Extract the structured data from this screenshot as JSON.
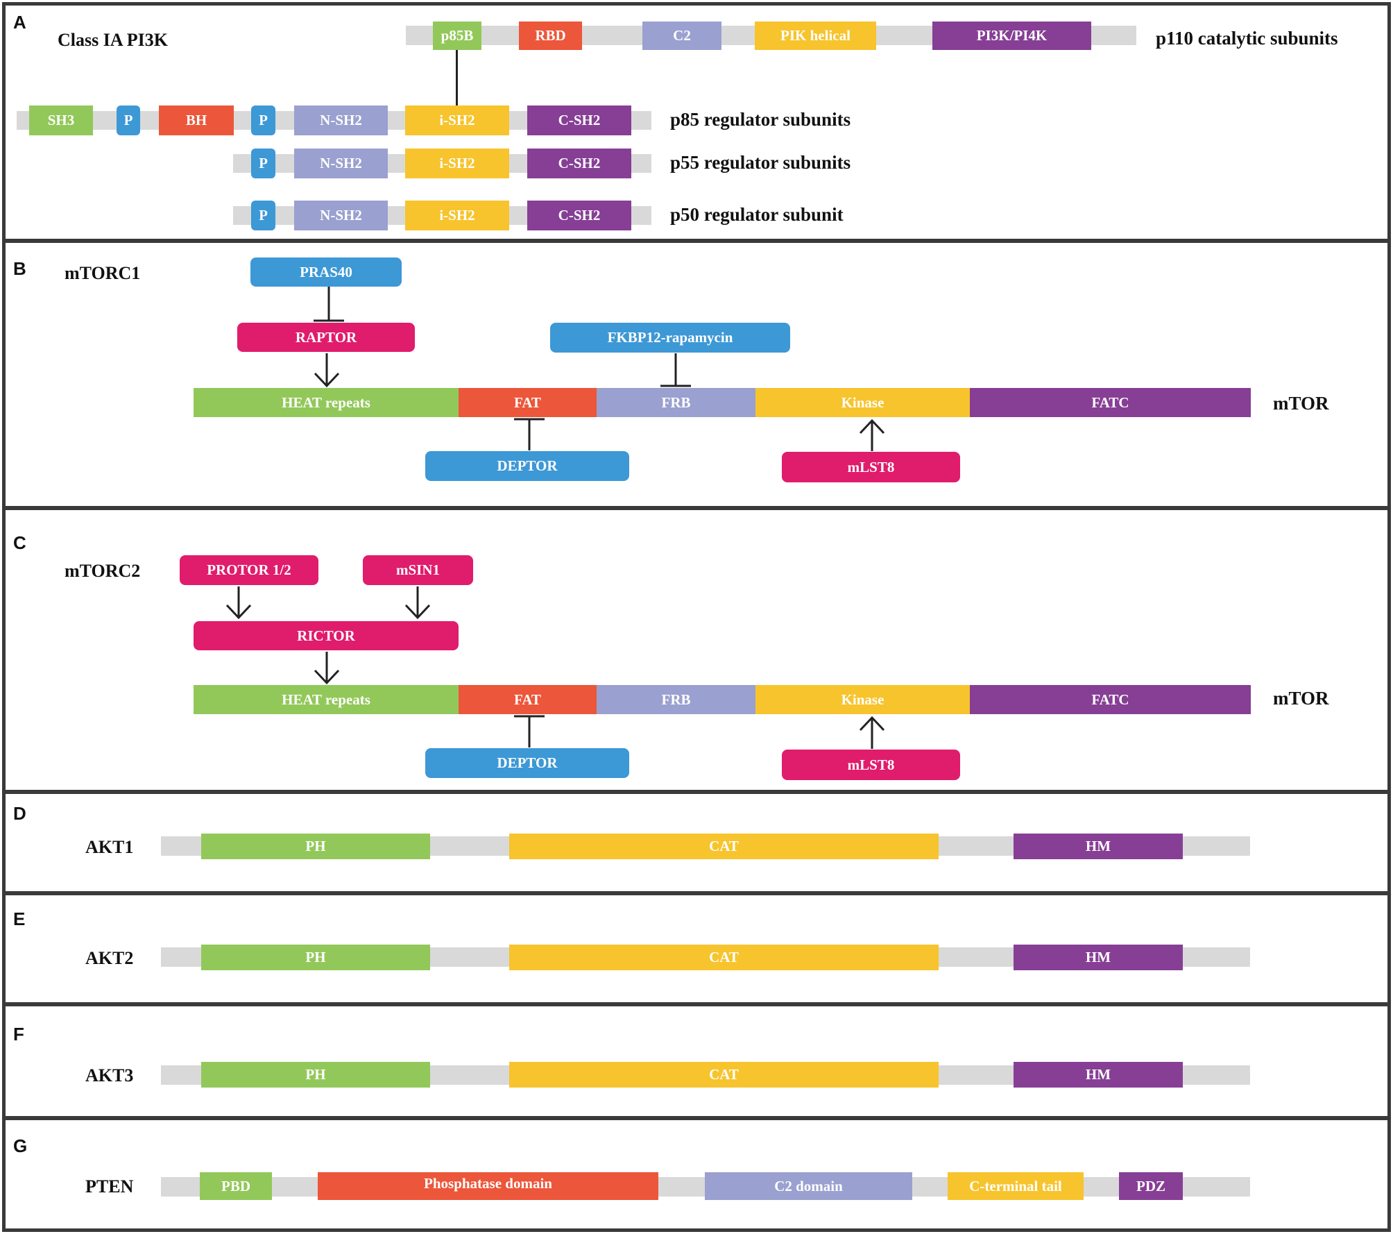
{
  "colors": {
    "green": "#92c85a",
    "blue": "#3d98d6",
    "red": "#ec563a",
    "lavender": "#9aa0cf",
    "yellow": "#f7c42e",
    "purple": "#863f95",
    "magenta": "#e01c6c",
    "gray": "#d9d9d9"
  },
  "panels": {
    "a": {
      "label": "A",
      "title": "Class IA PI3K",
      "p110": {
        "name": "p110 catalytic subunits",
        "domains": [
          "p85B",
          "RBD",
          "C2",
          "PIK helical",
          "PI3K/PI4K"
        ]
      },
      "p85": {
        "name": "p85 regulator subunits",
        "domains": [
          "SH3",
          "P",
          "BH",
          "P",
          "N-SH2",
          "i-SH2",
          "C-SH2"
        ]
      },
      "p55": {
        "name": "p55 regulator subunits",
        "domains": [
          "P",
          "N-SH2",
          "i-SH2",
          "C-SH2"
        ]
      },
      "p50": {
        "name": "p50 regulator subunit",
        "domains": [
          "P",
          "N-SH2",
          "i-SH2",
          "C-SH2"
        ]
      }
    },
    "b": {
      "label": "B",
      "title": "mTORC1",
      "protein": "mTOR",
      "domains": [
        "HEAT repeats",
        "FAT",
        "FRB",
        "Kinase",
        "FATC"
      ],
      "regulators": {
        "pras40": "PRAS40",
        "raptor": "RAPTOR",
        "fkbp12": "FKBP12-rapamycin",
        "deptor": "DEPTOR",
        "mlst8": "mLST8"
      }
    },
    "c": {
      "label": "C",
      "title": "mTORC2",
      "protein": "mTOR",
      "domains": [
        "HEAT repeats",
        "FAT",
        "FRB",
        "Kinase",
        "FATC"
      ],
      "regulators": {
        "protor": "PROTOR 1/2",
        "msin1": "mSIN1",
        "rictor": "RICTOR",
        "deptor": "DEPTOR",
        "mlst8": "mLST8"
      }
    },
    "d": {
      "label": "D",
      "title": "AKT1",
      "domains": [
        "PH",
        "CAT",
        "HM"
      ]
    },
    "e": {
      "label": "E",
      "title": "AKT2",
      "domains": [
        "PH",
        "CAT",
        "HM"
      ]
    },
    "f": {
      "label": "F",
      "title": "AKT3",
      "domains": [
        "PH",
        "CAT",
        "HM"
      ]
    },
    "g": {
      "label": "G",
      "title": "PTEN",
      "domains": [
        "PBD",
        "Phosphatase domain",
        "C2 domain",
        "C-terminal tail",
        "PDZ"
      ]
    }
  }
}
